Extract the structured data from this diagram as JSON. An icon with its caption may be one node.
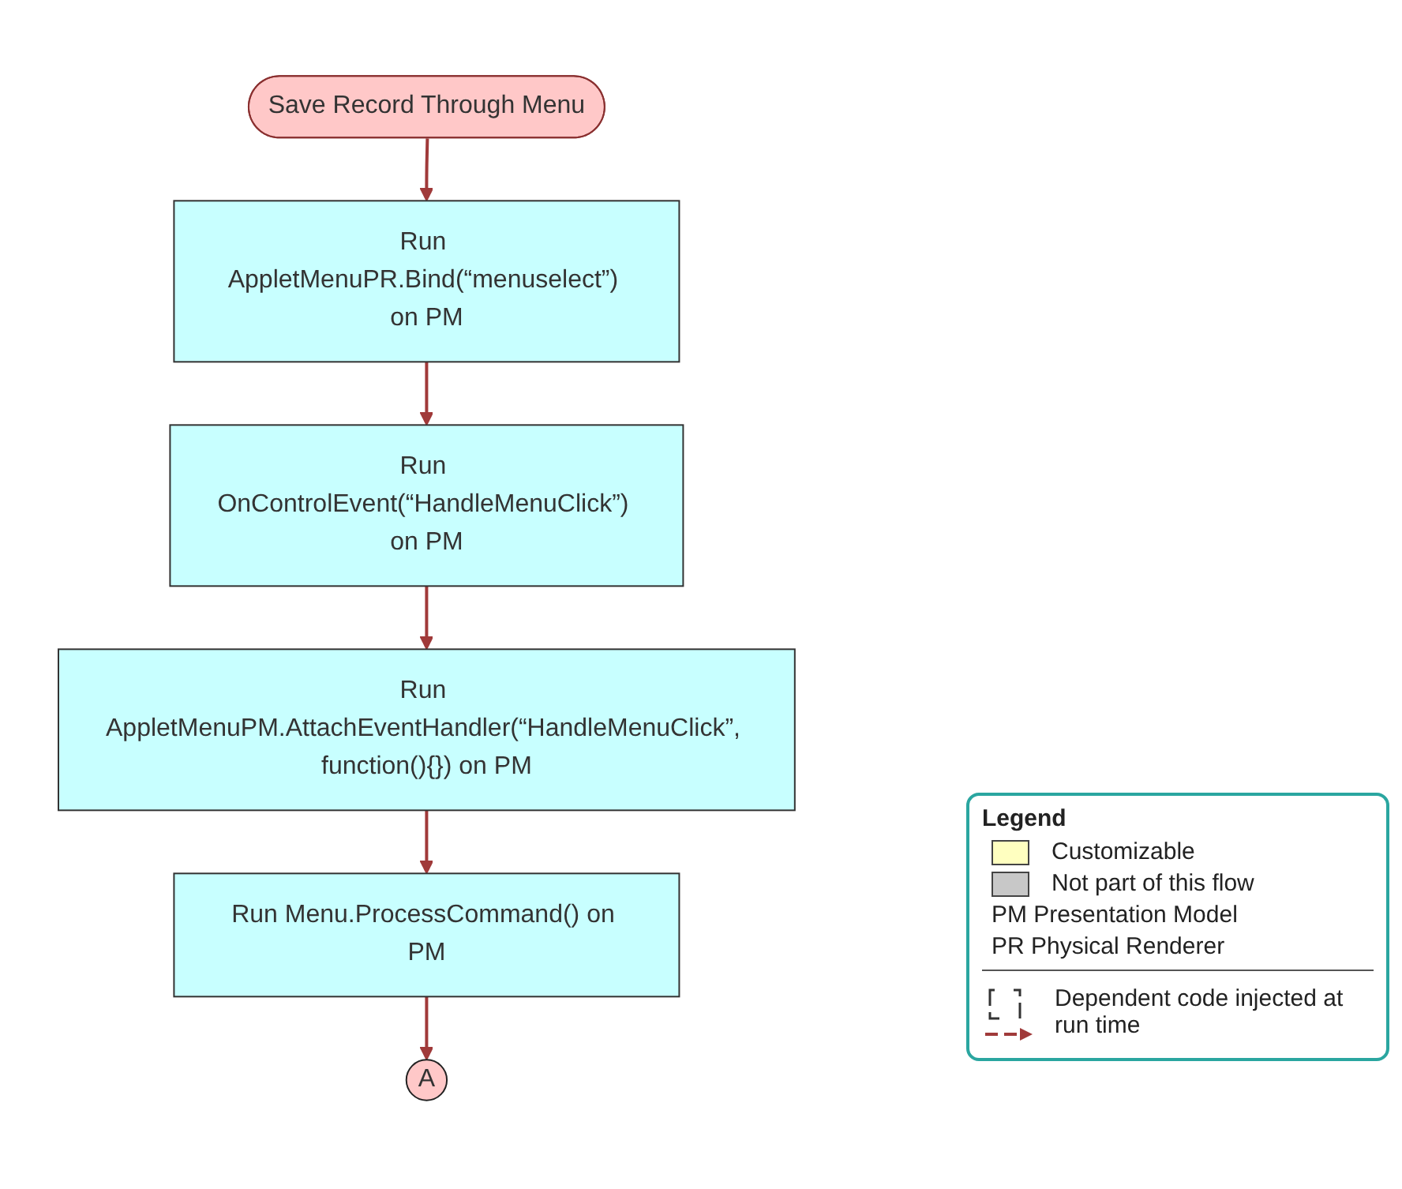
{
  "diagram": {
    "nodes": [
      {
        "text": [
          "Save Record Through Menu"
        ]
      },
      {
        "text": [
          "Run AppletMenuPR.Bind(“menuselect”) on PM"
        ]
      },
      {
        "text": [
          "Run OnControlEvent(“HandleMenuClick”) on PM"
        ]
      },
      {
        "text": [
          "Run AppletMenuPM.AttachEventHandler(“HandleMenuClick”, function(){}) on PM"
        ]
      },
      {
        "text": [
          "Run Menu.ProcessCommand() on PM"
        ]
      },
      {
        "text": [
          "A"
        ]
      }
    ],
    "edges": [
      {
        "from": 0,
        "to": 1,
        "arrow": "to"
      },
      {
        "from": 1,
        "to": 2,
        "arrow": "to"
      },
      {
        "from": 2,
        "to": 3,
        "arrow": "to"
      },
      {
        "from": 3,
        "to": 4,
        "arrow": "to"
      },
      {
        "from": 4,
        "to": 5,
        "arrow": "to"
      }
    ],
    "labels": [
      "Legend"
    ],
    "legend": [
      {
        "text": "Customizable",
        "color": "#ffffc0"
      },
      {
        "text": "Not part of this flow",
        "color": "#c8c8c8"
      },
      {
        "text": "PM Presentation Model"
      },
      {
        "text": "PR Physical Renderer"
      },
      {
        "text": "Dependent code injected at run time"
      }
    ]
  }
}
